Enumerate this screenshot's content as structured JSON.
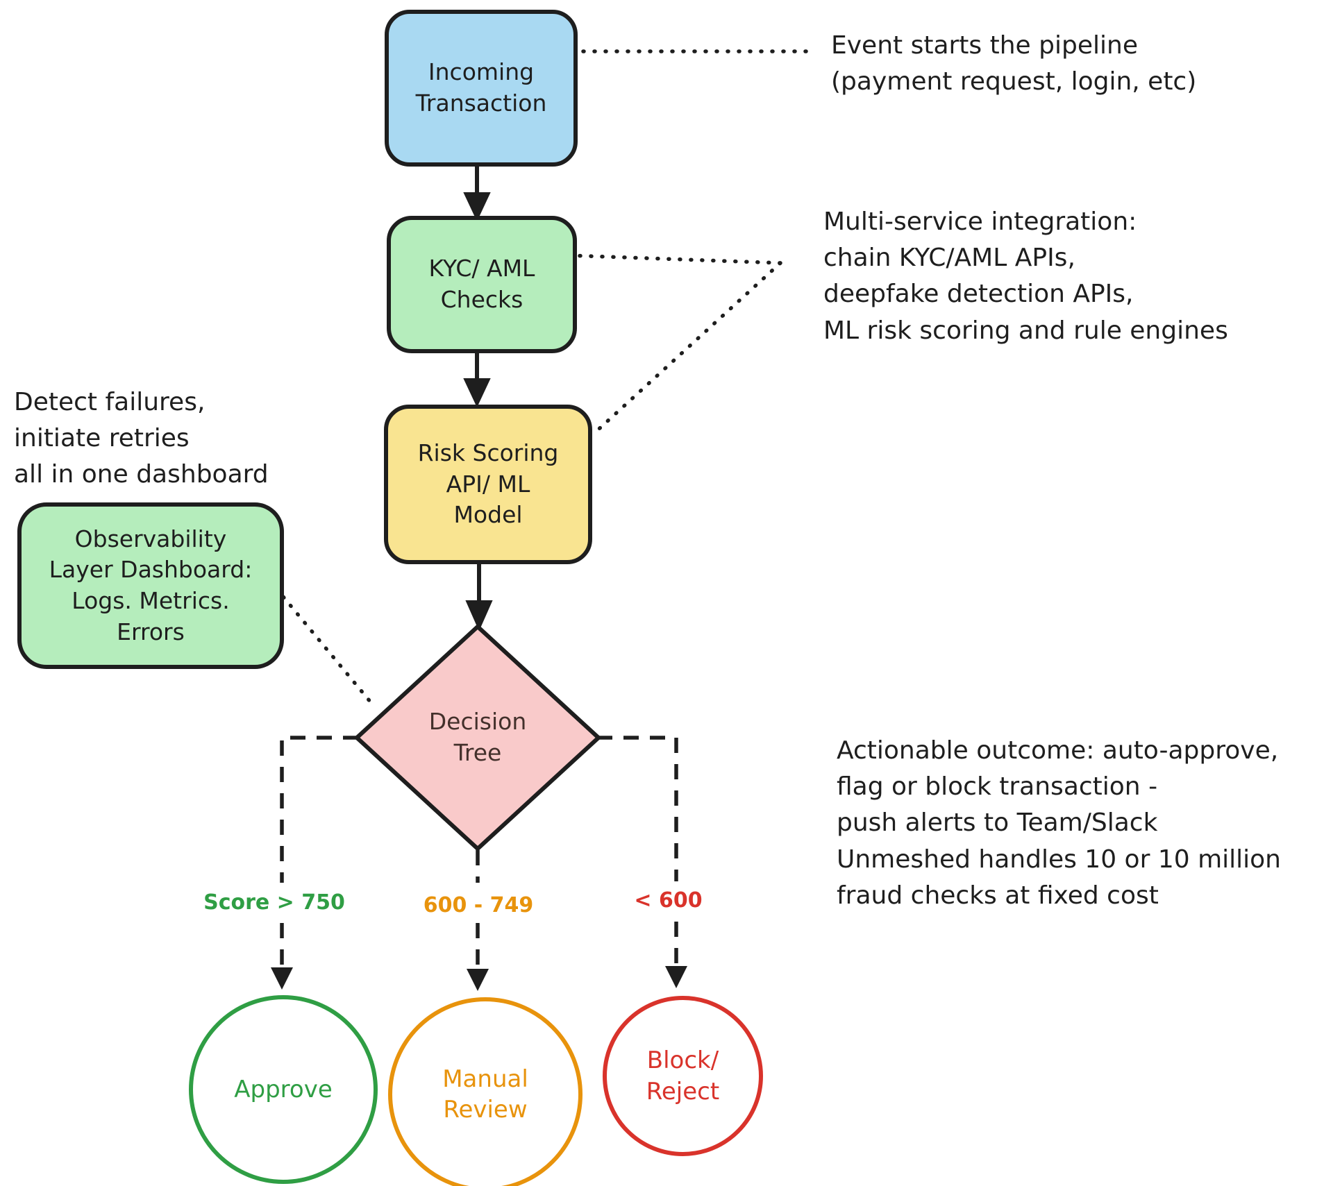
{
  "diagram": {
    "stroke_color": "#1e1e1e",
    "nodes": {
      "incoming": {
        "label": "Incoming\nTransaction",
        "fill": "#a9d9f2"
      },
      "kyc": {
        "label": "KYC/ AML\nChecks",
        "fill": "#b5edbc"
      },
      "risk": {
        "label": "Risk Scoring\nAPI/ ML\nModel",
        "fill": "#f9e491"
      },
      "decision": {
        "label": "Decision\nTree",
        "fill": "#f9caca"
      },
      "observability": {
        "label": "Observability\nLayer Dashboard:\nLogs. Metrics.\nErrors",
        "fill": "#b5edbc"
      }
    },
    "branches": {
      "approve": {
        "label": "Score > 750",
        "color": "#2f9e44"
      },
      "review": {
        "label": "600 - 749",
        "color": "#e8930c"
      },
      "block": {
        "label": "< 600",
        "color": "#d9332b"
      }
    },
    "terminals": {
      "approve": {
        "label": "Approve",
        "color": "#2f9e44"
      },
      "review": {
        "label": "Manual\nReview",
        "color": "#e8930c"
      },
      "block": {
        "label": "Block/\nReject",
        "color": "#d9332b"
      }
    },
    "annotations": {
      "event": "Event starts the pipeline\n(payment request, login, etc)",
      "integration": "Multi-service integration:\nchain KYC/AML APIs,\ndeepfake detection APIs,\nML risk scoring and rule engines",
      "detect": "Detect failures,\ninitiate retries\nall in one dashboard",
      "outcome": "Actionable outcome: auto-approve,\nflag or block transaction -\npush alerts to Team/Slack\nUnmeshed handles 10 or 10 million\nfraud checks at fixed cost"
    }
  }
}
